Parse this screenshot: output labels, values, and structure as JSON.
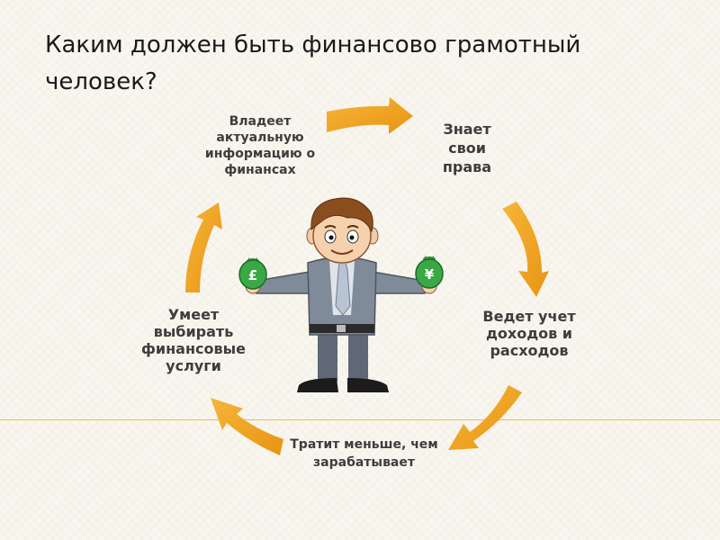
{
  "slide": {
    "title": "Каким должен быть финансово грамотный человек?"
  },
  "cycle": {
    "items": [
      {
        "label": "Владеет актуальную информацию о финансах"
      },
      {
        "label": "Знает свои права"
      },
      {
        "label": "Ведет учет доходов и расходов"
      },
      {
        "label": "Тратит меньше, чем зарабатывает"
      },
      {
        "label": "Умеет выбирать финансовые услуги"
      }
    ]
  },
  "figure": {
    "left_bag_symbol": "£",
    "right_bag_symbol": "¥"
  },
  "colors": {
    "arrow": "#f0a01e",
    "bag": "#39a845",
    "suit": "#7f8b99",
    "text": "#3d3d3d"
  }
}
